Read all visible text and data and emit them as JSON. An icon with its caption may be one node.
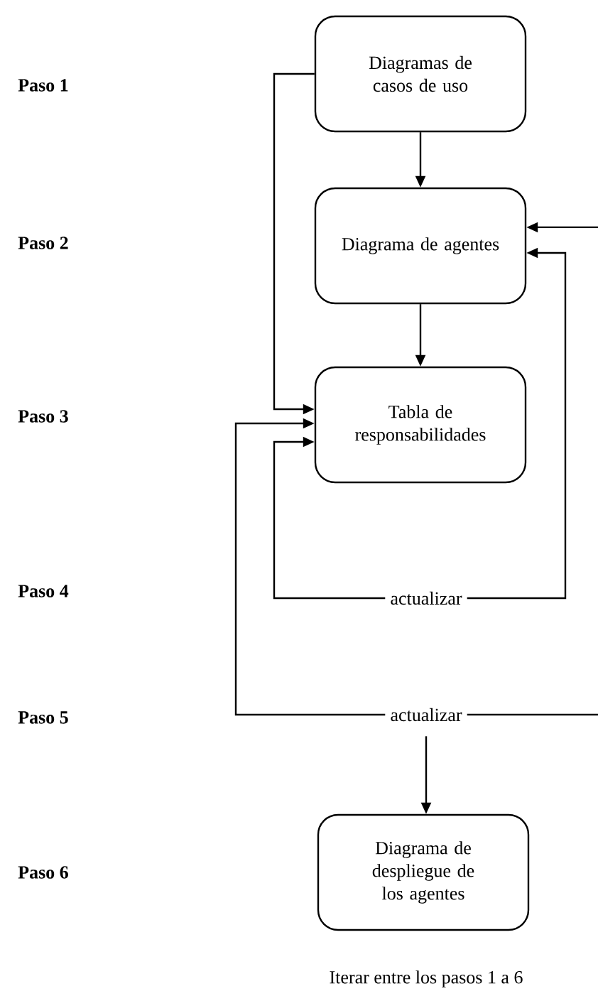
{
  "diagram": {
    "caption": "Iterar entre los pasos 1 a 6",
    "nodes": [
      {
        "text": [
          "Diagramas de casos de uso"
        ]
      },
      {
        "text": [
          "Diagrama de agentes"
        ]
      },
      {
        "text": [
          "Tabla de responsabilidades"
        ]
      },
      {
        "text": [
          "actualizar"
        ]
      },
      {
        "text": [
          "actualizar"
        ]
      },
      {
        "text": [
          "Diagrama de despliegue de los agentes"
        ]
      }
    ],
    "edges": [
      {
        "from": 0,
        "to": 1,
        "arrow": "to"
      },
      {
        "from": 1,
        "to": 2,
        "arrow": "to"
      },
      {
        "from": 0,
        "to": 2,
        "arrow": "to"
      },
      {
        "from": 3,
        "to": 2,
        "arrow": "to"
      },
      {
        "from": 3,
        "to": 1,
        "arrow": "to"
      },
      {
        "from": 4,
        "to": 2,
        "arrow": "to"
      },
      {
        "from": null,
        "to": 1,
        "arrow": "to"
      },
      {
        "from": 4,
        "to": null,
        "arrow": "none"
      },
      {
        "from": 4,
        "to": 5,
        "arrow": "to"
      }
    ],
    "labels": [
      "**Paso 1**",
      "**Paso 2**",
      "**Paso 3**",
      "**Paso 4**",
      "**Paso 5**",
      "**Paso 6**"
    ]
  }
}
